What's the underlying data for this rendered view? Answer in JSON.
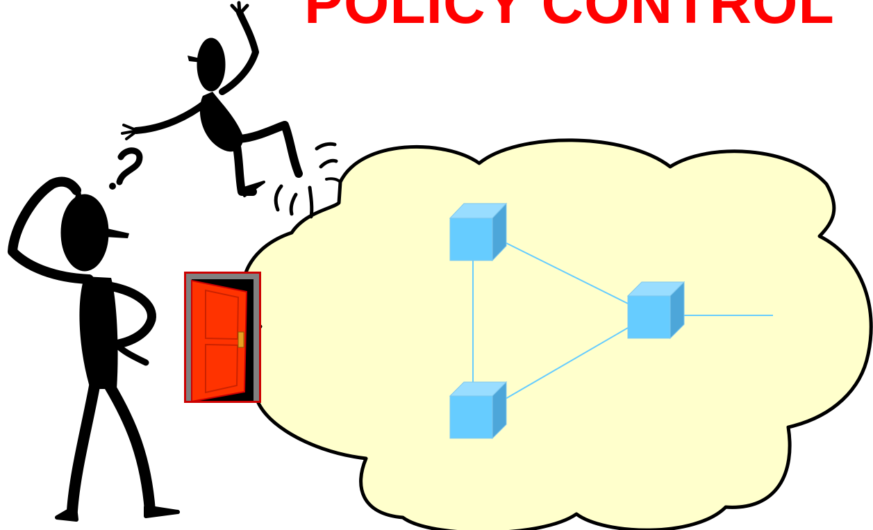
{
  "title": "POLICY CONTROL",
  "colors": {
    "title": "#ff0000",
    "cloud_fill": "#ffffcc",
    "cloud_stroke": "#000000",
    "node_front": "#66ccff",
    "node_top": "#99ddff",
    "node_side": "#4da6d9",
    "link": "#66ccff",
    "door": "#ff3300",
    "door_frame": "#cc0000"
  },
  "icons": [
    "confused-man-icon",
    "question-mark-icon",
    "thrown-man-icon",
    "door-icon",
    "network-node-icon"
  ],
  "network": {
    "nodes": [
      "node-top-left",
      "node-right",
      "node-bottom-left"
    ],
    "links": [
      [
        "node-top-left",
        "node-bottom-left"
      ],
      [
        "node-top-left",
        "node-right"
      ],
      [
        "node-bottom-left",
        "node-right"
      ],
      [
        "node-right",
        "external"
      ]
    ]
  }
}
